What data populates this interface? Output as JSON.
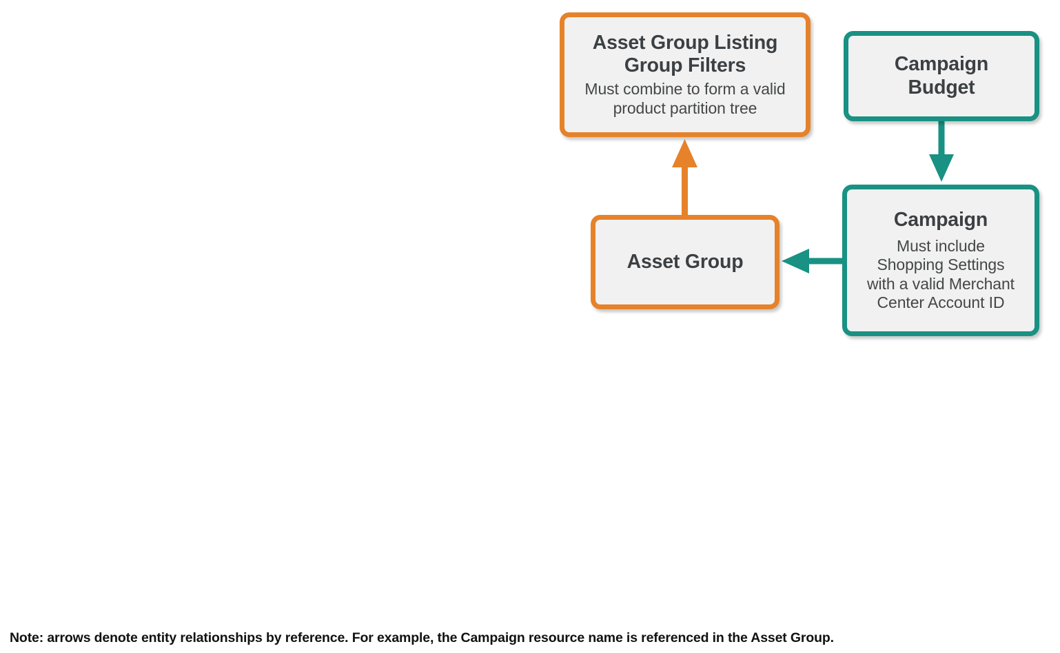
{
  "diagram": {
    "type": "entity-relationship-flow",
    "background_color": "#ffffff",
    "palette": {
      "orange": "#e5822a",
      "teal": "#199183",
      "node_fill": "#f1f1f1",
      "title_text": "#3c4043",
      "body_text": "#444746",
      "footnote_text": "#111111"
    },
    "nodes": [
      {
        "id": "asset-group-listing-group-filters",
        "title": "Asset Group Listing Group Filters",
        "title_line1": "Asset Group Listing",
        "title_line2": "Group Filters",
        "subtitle": "Must combine to form a valid product partition tree",
        "subtitle_line1": "Must combine to form a valid",
        "subtitle_line2": "product partition tree",
        "color": "#e5822a"
      },
      {
        "id": "campaign-budget",
        "title": "Campaign Budget",
        "title_line1": "Campaign",
        "title_line2": "Budget",
        "subtitle": "",
        "color": "#199183"
      },
      {
        "id": "asset-group",
        "title": "Asset Group",
        "title_line1": "Asset Group",
        "subtitle": "",
        "color": "#e5822a"
      },
      {
        "id": "campaign",
        "title": "Campaign",
        "title_line1": "Campaign",
        "subtitle": "Must include Shopping Settings with a valid Merchant Center Account ID",
        "subtitle_line1": "Must include",
        "subtitle_line2": "Shopping Settings",
        "subtitle_line3": "with a valid Merchant",
        "subtitle_line4": "Center Account ID",
        "color": "#199183"
      }
    ],
    "edges": [
      {
        "id": "asset-group-to-filters",
        "from": "asset-group",
        "to": "asset-group-listing-group-filters",
        "direction": "up",
        "color": "#e5822a"
      },
      {
        "id": "budget-to-campaign",
        "from": "campaign-budget",
        "to": "campaign",
        "direction": "down",
        "color": "#199183"
      },
      {
        "id": "campaign-to-asset-group",
        "from": "campaign",
        "to": "asset-group",
        "direction": "left",
        "color": "#199183"
      }
    ]
  },
  "footnote": {
    "text": "Note: arrows denote entity relationships by reference. For example, the Campaign resource name is referenced in the Asset Group."
  }
}
